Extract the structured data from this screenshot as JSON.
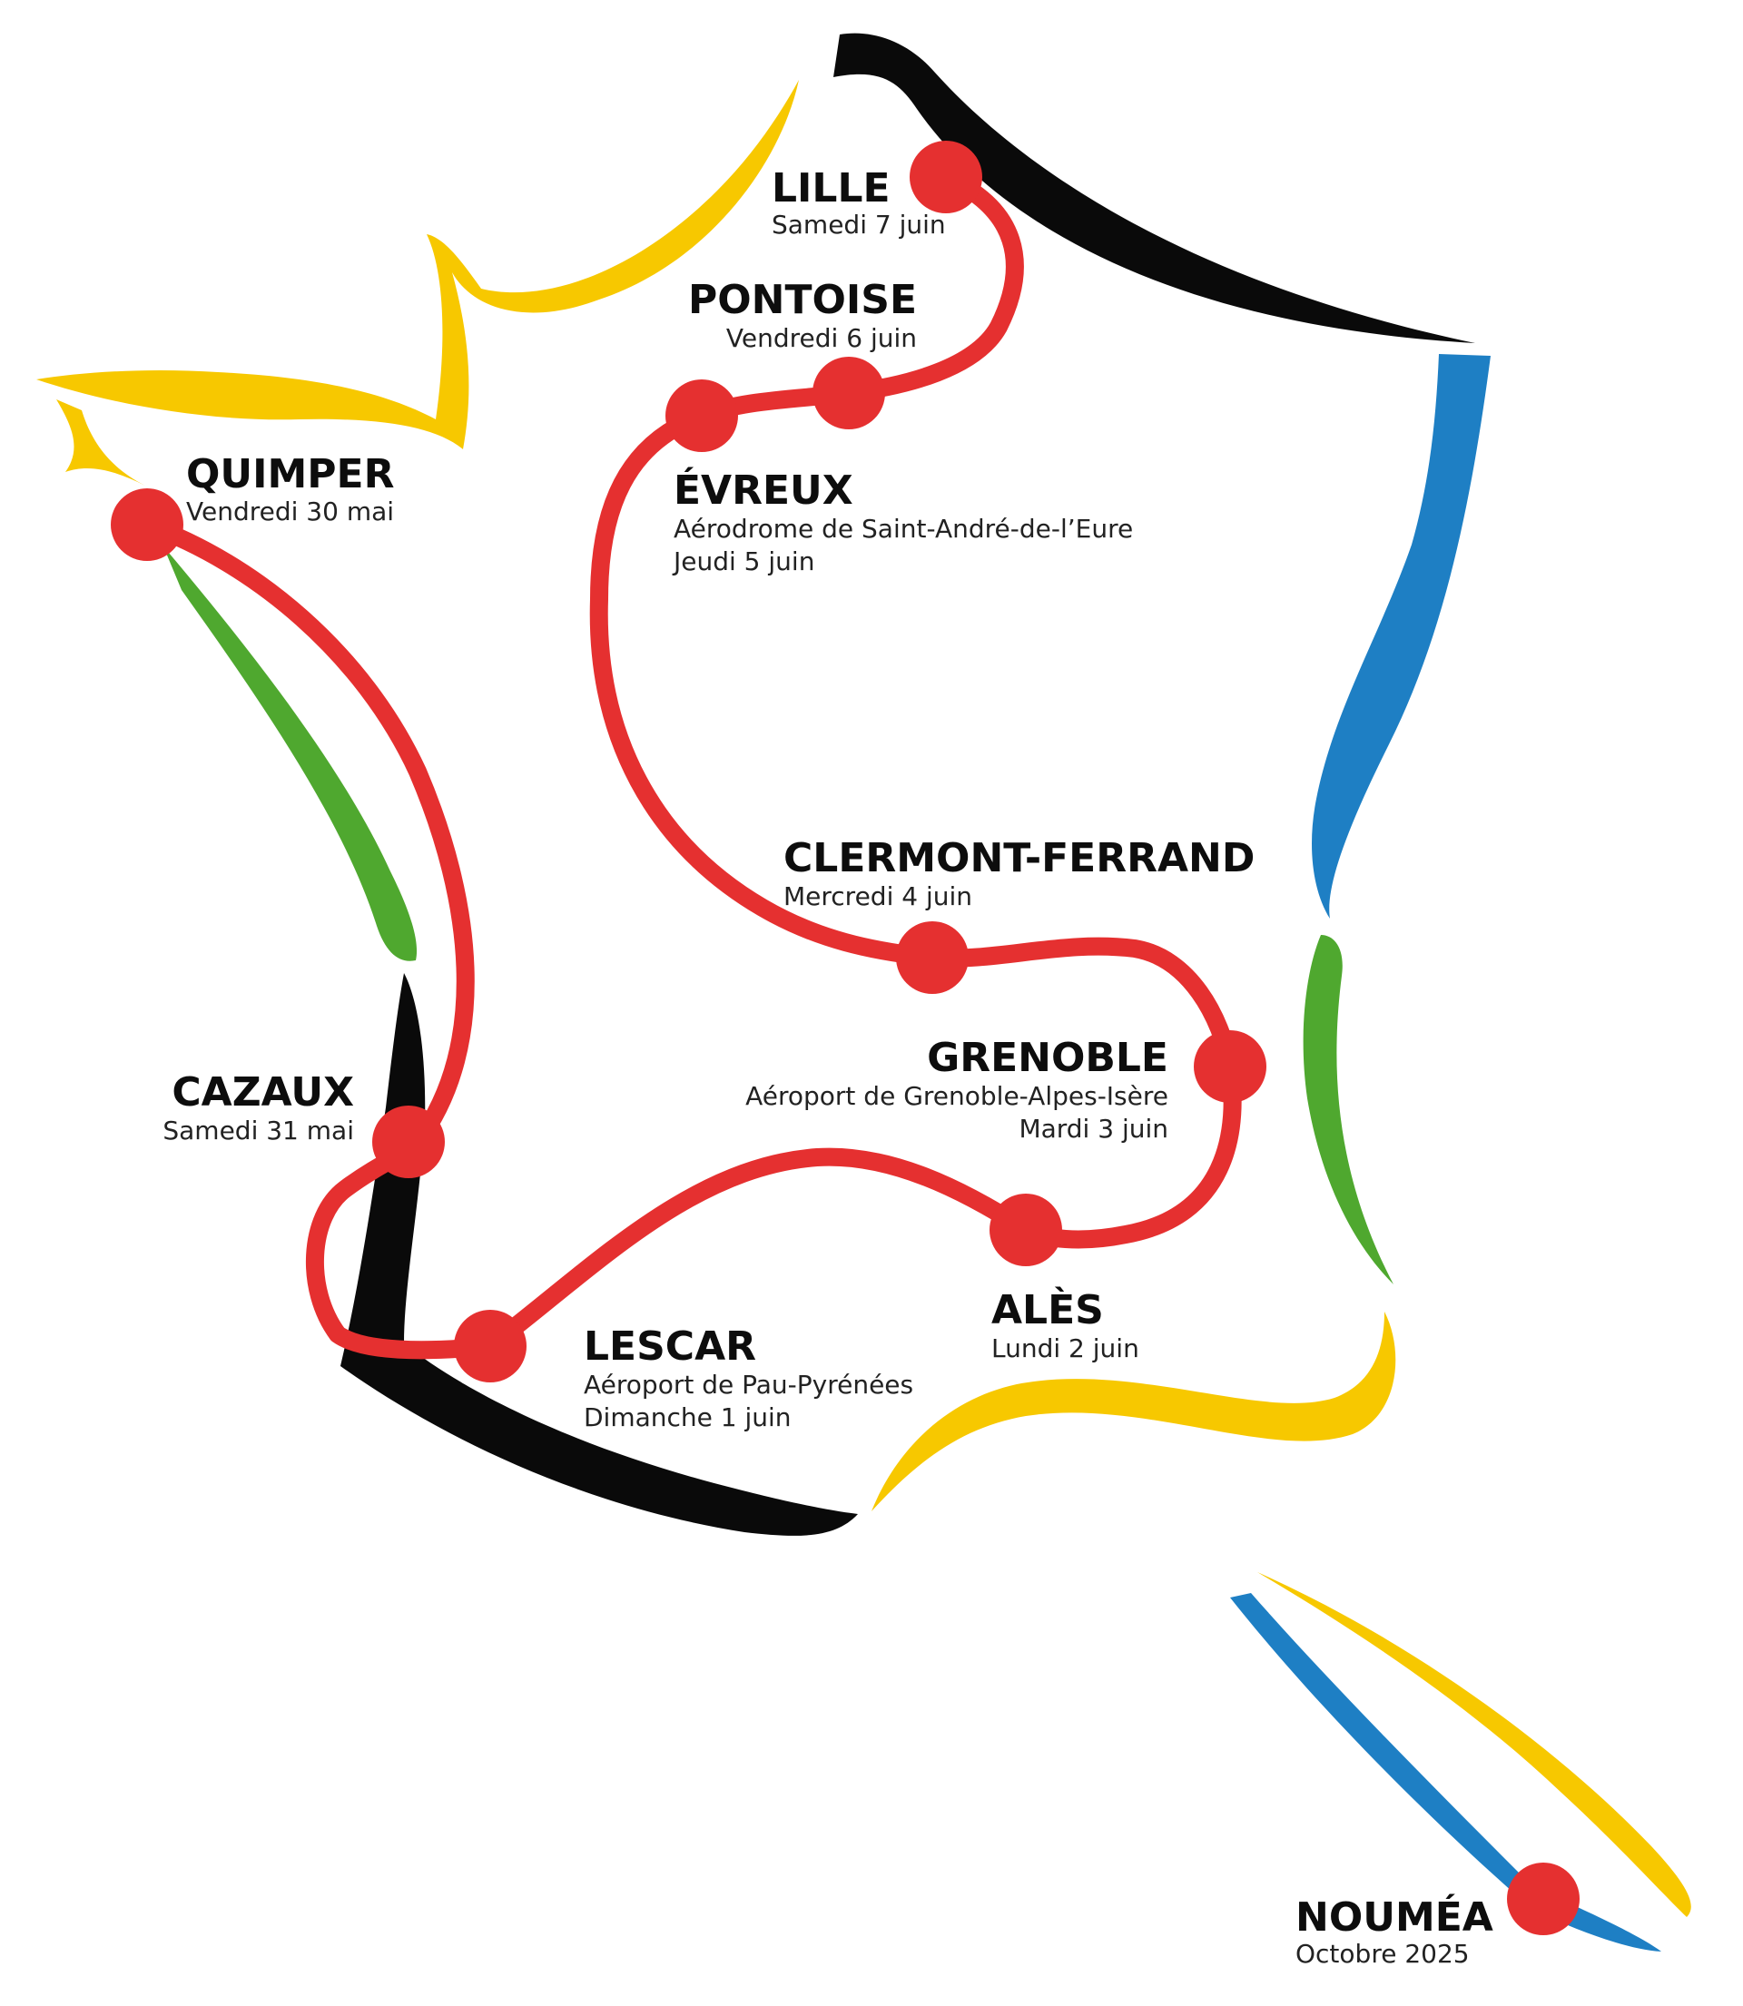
{
  "colors": {
    "route": "#e53030",
    "black": "#0a0a0a",
    "yellow": "#f7c800",
    "blue": "#1e7fc4",
    "green": "#4fa82f"
  },
  "stops": [
    {
      "id": "lille",
      "name": "LILLE",
      "lines": [
        "Samedi 7 juin"
      ]
    },
    {
      "id": "pontoise",
      "name": "PONTOISE",
      "lines": [
        "Vendredi 6 juin"
      ]
    },
    {
      "id": "evreux",
      "name": "ÉVREUX",
      "lines": [
        "Aérodrome de Saint-André-de-l’Eure",
        "Jeudi 5 juin"
      ]
    },
    {
      "id": "quimper",
      "name": "QUIMPER",
      "lines": [
        "Vendredi 30 mai"
      ]
    },
    {
      "id": "clermont",
      "name": "CLERMONT-FERRAND",
      "lines": [
        "Mercredi 4 juin"
      ]
    },
    {
      "id": "grenoble",
      "name": "GRENOBLE",
      "lines": [
        "Aéroport de Grenoble-Alpes-Isère",
        "Mardi 3 juin"
      ]
    },
    {
      "id": "cazaux",
      "name": "CAZAUX",
      "lines": [
        "Samedi 31 mai"
      ]
    },
    {
      "id": "ales",
      "name": "ALÈS",
      "lines": [
        "Lundi 2 juin"
      ]
    },
    {
      "id": "lescar",
      "name": "LESCAR",
      "lines": [
        "Aéroport de Pau-Pyrénées",
        "Dimanche 1 juin"
      ]
    },
    {
      "id": "noumea",
      "name": "NOUMÉA",
      "lines": [
        "Octobre 2025"
      ]
    }
  ]
}
